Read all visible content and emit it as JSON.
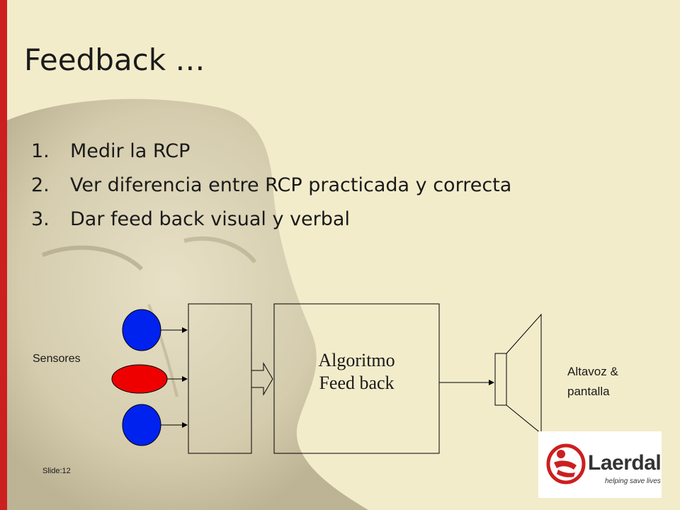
{
  "slide": {
    "title": "Feedback …",
    "bullets": [
      {
        "num": "1.",
        "text": "Medir la RCP"
      },
      {
        "num": "2.",
        "text": "Ver diferencia entre RCP practicada y correcta"
      },
      {
        "num": "3.",
        "text": "Dar feed back visual y verbal"
      }
    ],
    "slide_number": "Slide:12"
  },
  "diagram": {
    "sensors_label": "Sensores",
    "algorithm_line1": "Algoritmo",
    "algorithm_line2": "Feed back",
    "output_line1": "Altavoz &",
    "output_line2": "pantalla",
    "sensor_colors": [
      "#0022ee",
      "#ee0000",
      "#0022ee"
    ]
  },
  "logo": {
    "word": "Laerdal",
    "tagline": "helping save lives",
    "brand_color": "#cc1f1f"
  },
  "colors": {
    "background": "#f3eccb",
    "accent_bar": "#cc1f1f"
  }
}
